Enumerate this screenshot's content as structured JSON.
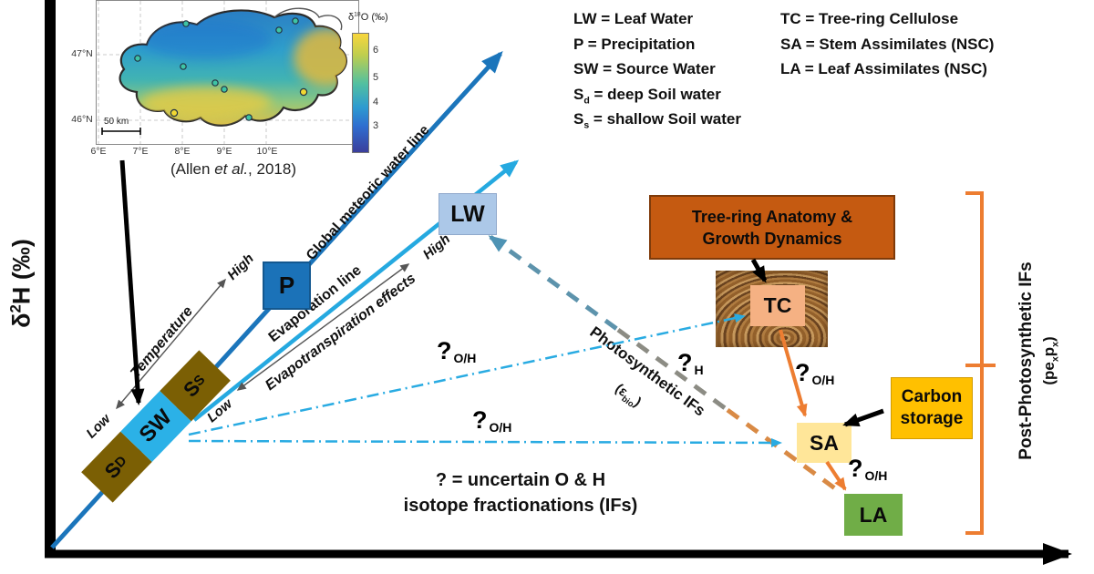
{
  "axis": {
    "y_label": {
      "base": "δ",
      "sup": "2",
      "rest": "H (‰)"
    }
  },
  "map": {
    "caption": {
      "pre": "(Allen ",
      "italic": "et al.",
      "post": ", 2018)"
    },
    "scale_bar": "50 km",
    "lat": [
      "47°N",
      "46°N"
    ],
    "lon": [
      "6°E",
      "7°E",
      "8°E",
      "9°E",
      "10°E"
    ],
    "colorbar": {
      "label": {
        "base": "δ",
        "sup": "18",
        "rest": "O (‰)"
      },
      "ticks": [
        "6",
        "5",
        "4",
        "3"
      ]
    }
  },
  "legend": {
    "left": [
      {
        "text": "LW = Leaf Water"
      },
      {
        "text": "P = Precipitation"
      },
      {
        "text": "SW = Source Water"
      },
      {
        "base": "S",
        "sub": "d",
        "rest": " = deep Soil water"
      },
      {
        "base": "S",
        "sub": "s",
        "rest": " = shallow Soil water"
      }
    ],
    "right": [
      {
        "text": "TC = Tree-ring Cellulose"
      },
      {
        "text": "SA = Stem Assimilates (NSC)"
      },
      {
        "text": "LA = Leaf Assimilates (NSC)"
      }
    ]
  },
  "lines": {
    "gmwl": "Global meteoric water line",
    "evaporation": "Evaporation line",
    "temperature": "Temperature",
    "evapotranspiration": "Evapotranspiration effects",
    "low": "Low",
    "high": "High"
  },
  "nodes": {
    "p": "P",
    "lw": "LW",
    "sw": "SW",
    "sd": {
      "base": "S",
      "sub": "D"
    },
    "ss": {
      "base": "S",
      "sub": "S"
    },
    "tc": "TC",
    "sa": "SA",
    "la": "LA"
  },
  "callouts": {
    "anatomy": {
      "line1": "Tree-ring Anatomy &",
      "line2": "Growth Dynamics"
    },
    "carbon": {
      "line1": "Carbon",
      "line2": "storage"
    }
  },
  "frac": {
    "photosynthetic": "Photosynthetic IFs",
    "ebio": {
      "pre": "(ε",
      "sub": "bio",
      "post": ")"
    },
    "post_photo": "Post-Photosynthetic IFs",
    "pexpx": {
      "pre": "(pe",
      "sub1": "x",
      "mid": "p",
      "sub2": "x",
      "post": ")"
    },
    "q": "?",
    "q_oh": "O/H",
    "q_h": "H",
    "note1": "? = uncertain O & H",
    "note2": "isotope fractionations (IFs)"
  },
  "colors": {
    "gmwl": "#1B75BB",
    "evaporation_line": "#25A9E0",
    "dash_dot": "#29ABE2",
    "photo_if_start": "#5D93AC",
    "photo_if_mid": "#8C8C84",
    "photo_if_end": "#D98A45",
    "orange_accent": "#ED7D31",
    "p_box": "#1B72B8",
    "lw_box": "#ACC8E8",
    "sw_box": "#2BB1E7",
    "soil_box": "#7B5F04",
    "tc_box": "#F5B183",
    "sa_box": "#FFE699",
    "la_box": "#70AD47",
    "carbon_box": "#FFC000",
    "anatomy_box": "#C55A11"
  }
}
